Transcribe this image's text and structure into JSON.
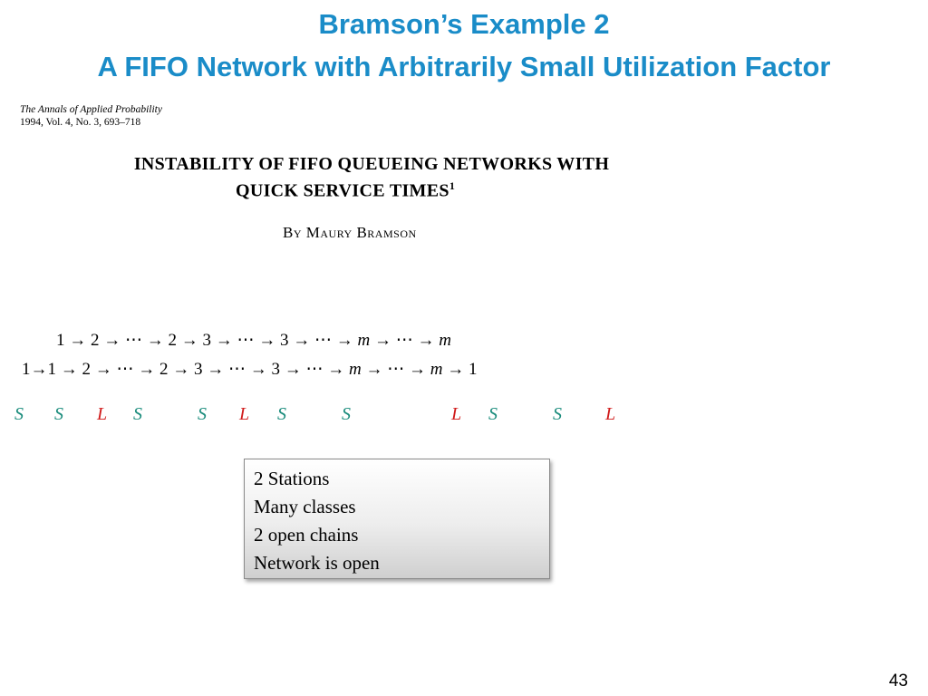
{
  "slide": {
    "title_line1": "Bramson’s Example 2",
    "title_line2": "A FIFO Network with Arbitrarily Small Utilization Factor",
    "page_number": "43"
  },
  "paper": {
    "journal": "The Annals of Applied Probability",
    "issue": "1994, Vol. 4, No. 3, 693–718",
    "title_line1": "INSTABILITY OF FIFO QUEUEING NETWORKS WITH",
    "title_line2": "QUICK SERVICE TIMES",
    "title_footnote": "1",
    "author": "By Maury Bramson"
  },
  "chains": {
    "chain1": "1 → 2 →  ⋯  → 2 → 3 →  ⋯  → 3 →  ⋯  → m →  ⋯  → m",
    "chain2": "1→1 → 2 →  ⋯  → 2 → 3 →  ⋯  → 3 →  ⋯  → m →  ⋯  → m → 1"
  },
  "service_labels": [
    "S",
    "S",
    "L",
    "S",
    "S",
    "L",
    "S",
    "S",
    "L",
    "S",
    "S",
    "L"
  ],
  "info_box": {
    "lines": [
      "2 Stations",
      "Many classes",
      "2 open chains",
      "Network is open"
    ]
  },
  "colors": {
    "title": "#1a8cc8",
    "short_service": "#1a8c7c",
    "long_service": "#d01a1a"
  }
}
